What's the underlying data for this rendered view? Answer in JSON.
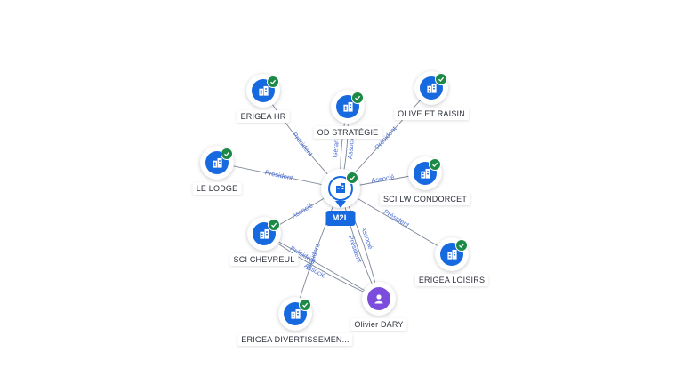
{
  "center": {
    "label": "M2L",
    "icon": "company-icon"
  },
  "nodes": [
    {
      "id": "erigea-hr",
      "label": "ERIGEA HR",
      "type": "company",
      "verified": true
    },
    {
      "id": "od-strategie",
      "label": "OD STRATÉGIE",
      "type": "company",
      "verified": true
    },
    {
      "id": "olive-et-raisin",
      "label": "OLIVE ET RAISIN",
      "type": "company",
      "verified": true
    },
    {
      "id": "le-lodge",
      "label": "LE LODGE",
      "type": "company",
      "verified": true
    },
    {
      "id": "sci-lw-condorcet",
      "label": "SCI LW CONDORCET",
      "type": "company",
      "verified": true
    },
    {
      "id": "sci-chevreul",
      "label": "SCI CHEVREUL",
      "type": "company",
      "verified": true
    },
    {
      "id": "erigea-loisirs",
      "label": "ERIGEA LOISIRS",
      "type": "company",
      "verified": true
    },
    {
      "id": "erigea-divertissement",
      "label": "ERIGEA DIVERTISSEMEN...",
      "type": "company",
      "verified": true
    },
    {
      "id": "olivier-dary",
      "label": "Olivier DARY",
      "type": "person",
      "verified": false
    }
  ],
  "edges": [
    {
      "from": "center",
      "to": "erigea-hr",
      "label": "Président"
    },
    {
      "from": "center",
      "to": "od-strategie",
      "label": "Gérant"
    },
    {
      "from": "center",
      "to": "od-strategie",
      "label": "Associé"
    },
    {
      "from": "center",
      "to": "olive-et-raisin",
      "label": "Président"
    },
    {
      "from": "center",
      "to": "le-lodge",
      "label": "Président"
    },
    {
      "from": "center",
      "to": "sci-lw-condorcet",
      "label": "Associé"
    },
    {
      "from": "center",
      "to": "sci-chevreul",
      "label": "Associé"
    },
    {
      "from": "center",
      "to": "erigea-loisirs",
      "label": "Président"
    },
    {
      "from": "center",
      "to": "erigea-divertissement",
      "label": "Président"
    },
    {
      "from": "olivier-dary",
      "to": "center",
      "label": "Président"
    },
    {
      "from": "olivier-dary",
      "to": "center",
      "label": "Associé"
    },
    {
      "from": "olivier-dary",
      "to": "sci-chevreul",
      "label": "Président"
    },
    {
      "from": "olivier-dary",
      "to": "sci-chevreul",
      "label": "Associé"
    }
  ]
}
